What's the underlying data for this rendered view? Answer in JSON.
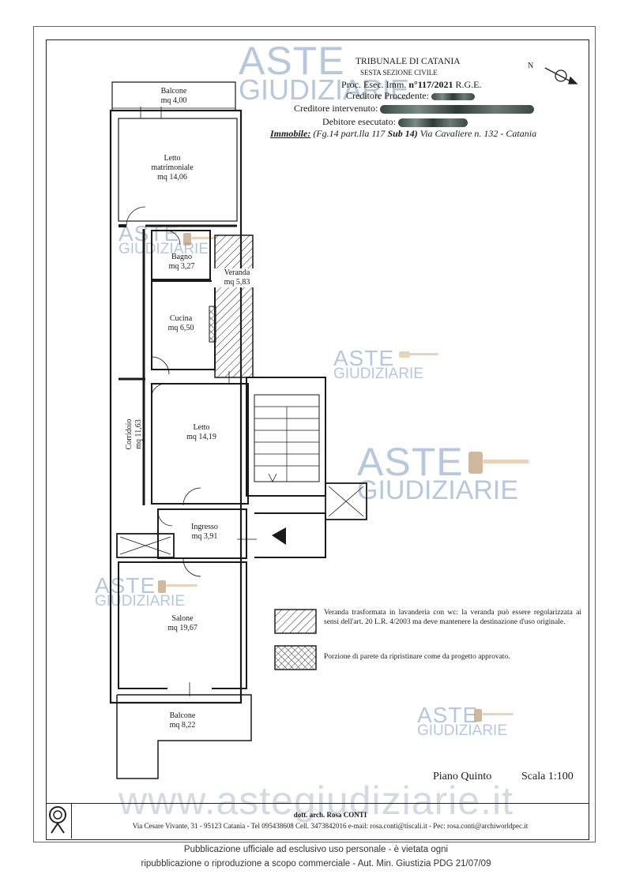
{
  "header": {
    "court": "TRIBUNALE DI CATANIA",
    "section": "SESTA SEZIONE CIVILE",
    "proc_prefix": "Proc. Esec. Imm.",
    "proc_number": "n°117/2021",
    "proc_suffix": "R.G.E.",
    "creditore_procedente": "Creditore Procedente:",
    "creditore_intervenuto": "Creditore intervenuto:",
    "debitore": "Debitore esecutato:",
    "immobile_label": "Immobile:",
    "immobile_part1": "(Fg.14 part.lla 117",
    "immobile_sub": "Sub 14)",
    "immobile_part2": "Via Cavaliere n. 132 - Catania"
  },
  "rooms": {
    "balcone_top": {
      "name": "Balcone",
      "area": "mq 4,00"
    },
    "letto_matrimoniale": {
      "name1": "Letto",
      "name2": "matrimoniale",
      "area": "mq 14,06"
    },
    "bagno": {
      "name": "Bagno",
      "area": "mq 3,27"
    },
    "veranda": {
      "name": "Veranda",
      "area": "mq 5,83"
    },
    "cucina": {
      "name": "Cucina",
      "area": "mq 6,50"
    },
    "corridoio": {
      "name": "Corridoio",
      "area": "mq 11,63"
    },
    "letto": {
      "name": "Letto",
      "area": "mq 14,19"
    },
    "ingresso": {
      "name": "Ingresso",
      "area": "mq 3,91"
    },
    "salone": {
      "name": "Salone",
      "area": "mq 19,67"
    },
    "balcone_bottom": {
      "name": "Balcone",
      "area": "mq 8,22"
    }
  },
  "legend": [
    {
      "pattern": "diagonal-hatch",
      "text": "Veranda trasformata in lavanderia con wc: la veranda può essere regolarizzata ai sensi dell'art. 20 L.R. 4/2003 ma deve mantenere la destinazione d'uso originale."
    },
    {
      "pattern": "cross-hatch",
      "text": "Porzione di parete da ripristinare come da progetto approvato."
    }
  ],
  "scale": {
    "floor": "Piano Quinto",
    "scale": "Scala 1:100"
  },
  "footer": {
    "author": "dott. arch. Rosa CONTI",
    "address": "Via Cesare Vivante, 31 - 95123 Catania - Tel 095438608 Cell. 3473842016 e-mail: rosa.conti@tiscali.it - Pec: rosa.conti@archiworldpec.it"
  },
  "publication": {
    "line1": "Pubblicazione ufficiale ad esclusivo uso personale - è vietata ogni",
    "line2": "ripubblicazione o riproduzione a scopo commerciale - Aut. Min. Giustizia PDG 21/07/09"
  },
  "watermark": {
    "word1": "ASTE",
    "word2": "GIUDIZIARIE",
    "url": "www.astegiudiziarie.it"
  },
  "colors": {
    "watermark": "#9fb6d3",
    "line": "#1a1a1a"
  }
}
